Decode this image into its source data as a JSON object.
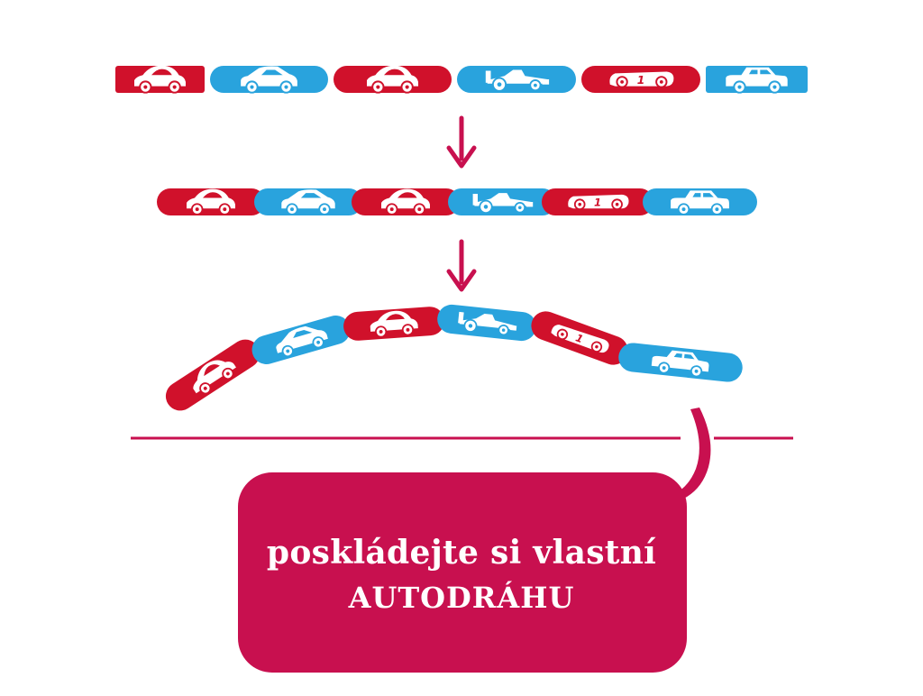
{
  "colors": {
    "red": "#d0112b",
    "blue": "#29a3dd",
    "accent": "#c8104f",
    "white": "#ffffff"
  },
  "rows": [
    {
      "name": "row-separate",
      "pieces": [
        "beetle-car",
        "sedan-car",
        "beetle-car",
        "formula-car",
        "vintage-racer",
        "classic-sedan"
      ]
    },
    {
      "name": "row-connected",
      "pieces": [
        "beetle-car",
        "sedan-car",
        "beetle-car",
        "formula-car",
        "vintage-racer",
        "classic-sedan"
      ]
    },
    {
      "name": "row-curved",
      "pieces": [
        "beetle-car",
        "sedan-car",
        "beetle-car",
        "formula-car",
        "vintage-racer",
        "classic-sedan"
      ]
    }
  ],
  "bubble": {
    "line1": "poskládejte si vlastní",
    "line2": "AUTODRÁHU"
  }
}
